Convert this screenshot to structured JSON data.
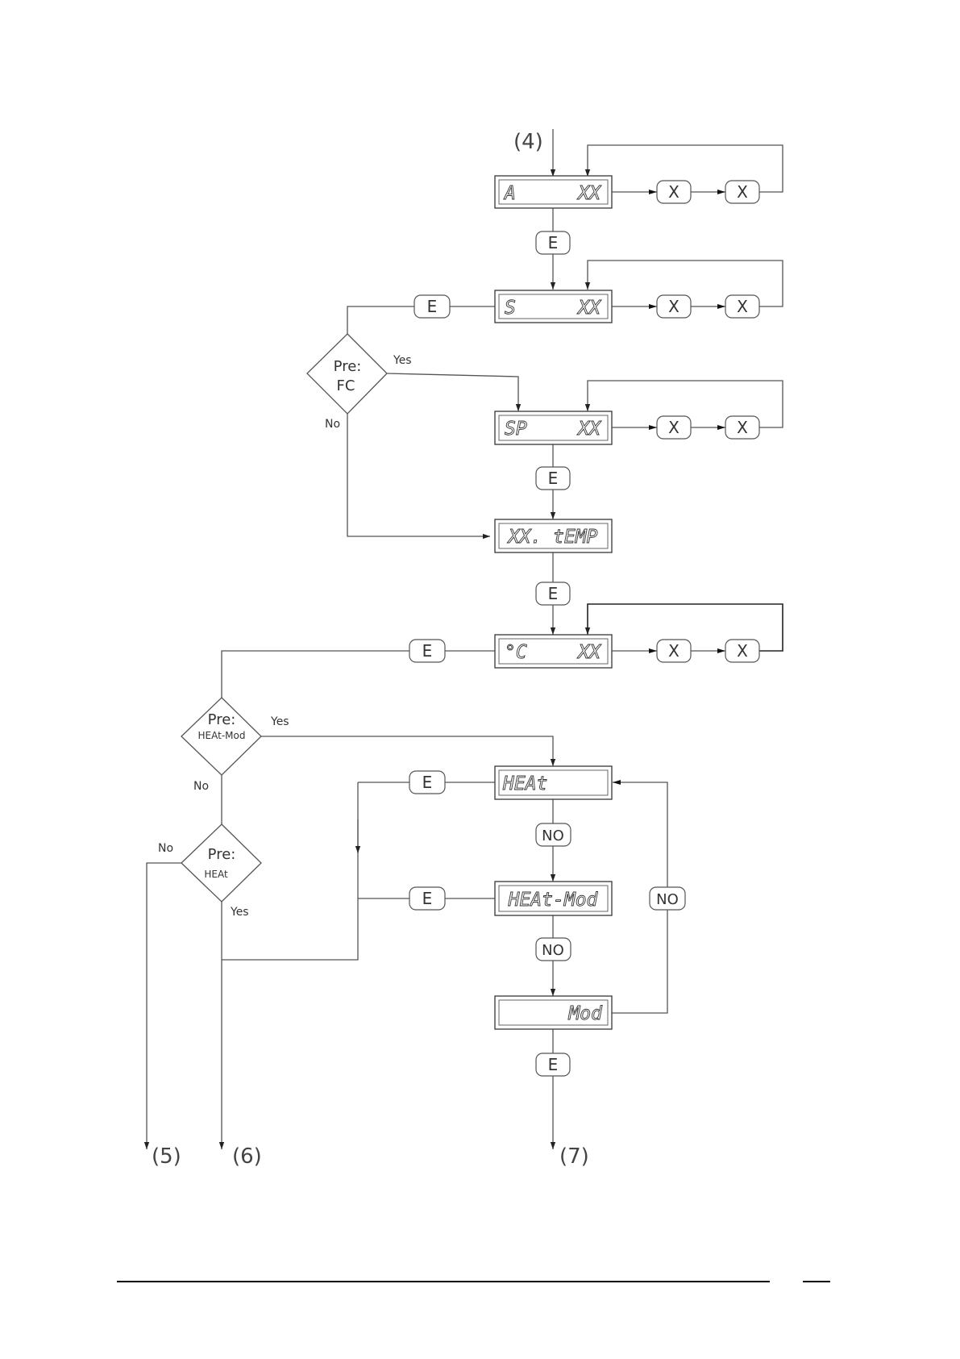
{
  "displays": {
    "a": {
      "left": "A",
      "right": "XX"
    },
    "s": {
      "left": "S",
      "right": "XX"
    },
    "sp": {
      "left": "SP",
      "right": "XX"
    },
    "temp": {
      "text": "XX. tEMP"
    },
    "c": {
      "left": "°C",
      "right": "XX"
    },
    "heat": {
      "text": "HEAt"
    },
    "heatmod": {
      "text": "HEAt-Mod"
    },
    "mod": {
      "text": "Mod"
    }
  },
  "keys": {
    "e": "E",
    "x": "X",
    "no": "NO"
  },
  "decisions": {
    "fc": {
      "line1": "Pre:",
      "line2": "FC"
    },
    "heatmod": {
      "line1": "Pre:",
      "line2": "HEAt-Mod"
    },
    "heat": {
      "line1": "Pre:",
      "line2": "HEAt"
    }
  },
  "branch_labels": {
    "yes": "Yes",
    "no": "No"
  },
  "connectors": {
    "in": "(4)",
    "out5": "(5)",
    "out6": "(6)",
    "out7": "(7)"
  }
}
